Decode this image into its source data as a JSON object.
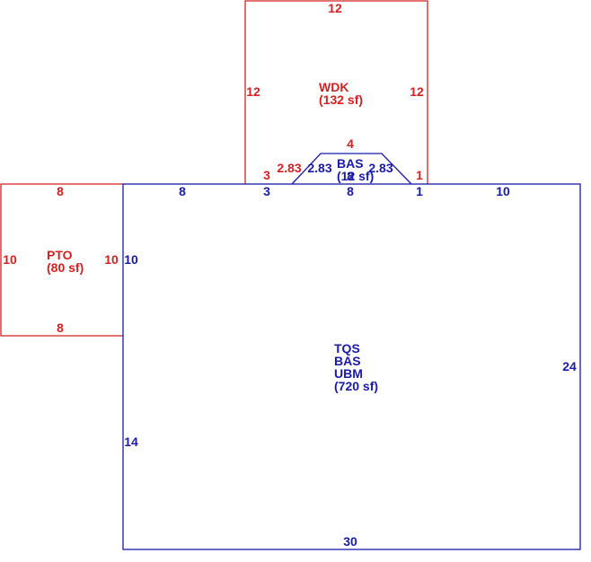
{
  "colors": {
    "red": "#d42020",
    "blue": "#1a1aa8"
  },
  "wdk": {
    "name": "WDK",
    "area": "(132 sf)",
    "dims": {
      "top": "12",
      "left": "12",
      "right": "12",
      "bottom_left": "3",
      "bottom_right": "1",
      "diag_left": "2.83",
      "top_small": "4"
    }
  },
  "bas_bay": {
    "name": "BAS",
    "area": "(12 sf)",
    "dims": {
      "diag_left": "2.83",
      "diag_right": "2.83",
      "bottom": "8"
    }
  },
  "pto": {
    "name": "PTO",
    "area": "(80 sf)",
    "dims": {
      "top": "8",
      "bottom": "8",
      "left": "10",
      "right": "10"
    }
  },
  "main": {
    "lines": [
      "TQS",
      "BAS",
      "UBM",
      "(720 sf)"
    ],
    "dims": {
      "top_left": "8",
      "top_mid": "3",
      "top_center": "8",
      "top_small": "1",
      "top_right": "10",
      "left_upper": "10",
      "left_lower": "14",
      "right": "24",
      "bottom": "30"
    }
  }
}
